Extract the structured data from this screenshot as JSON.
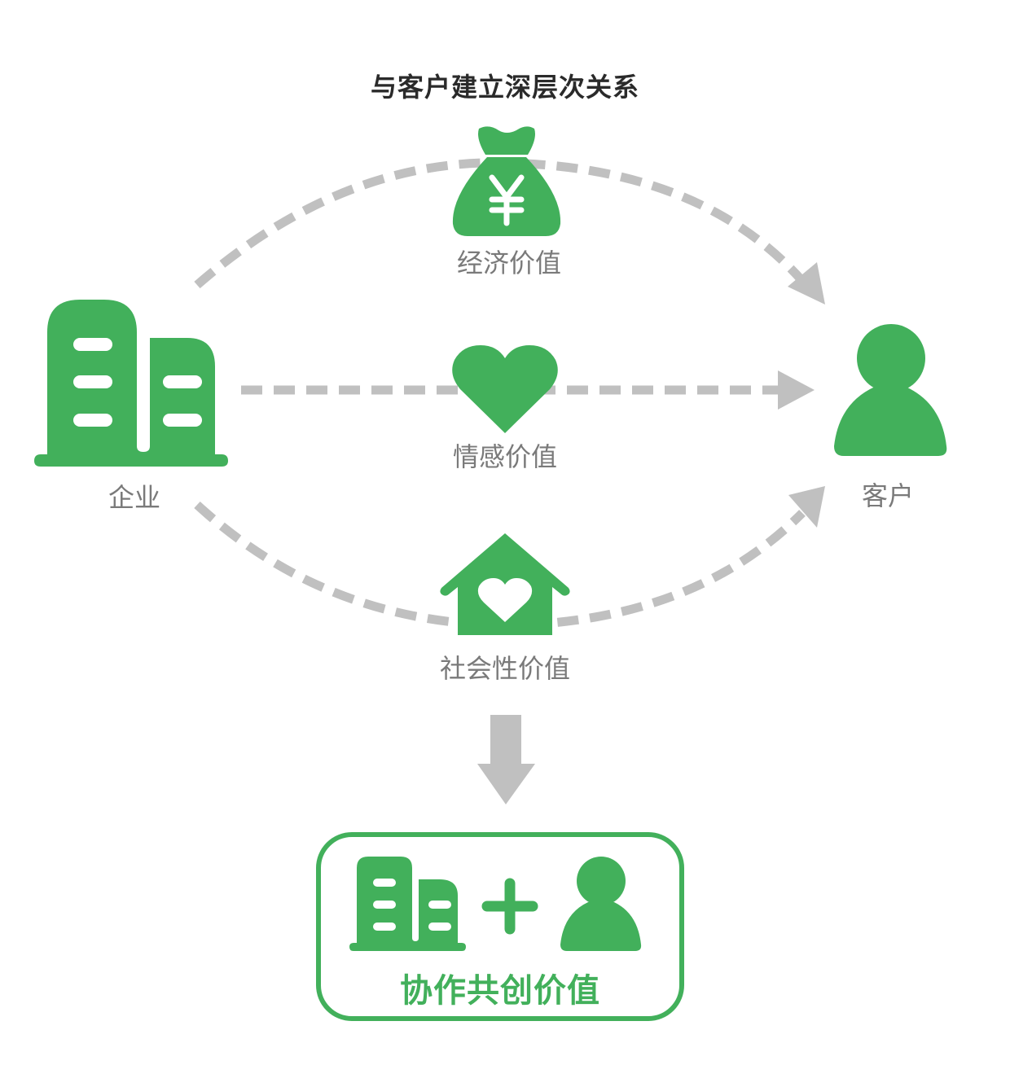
{
  "title": "与客户建立深层次关系",
  "colors": {
    "accent": "#42b05b",
    "connector": "#c0c0c0",
    "label_text": "#7a7a7a",
    "title_text": "#2a2a2a"
  },
  "nodes": {
    "enterprise": {
      "label": "企业",
      "icon": "building-icon"
    },
    "customer": {
      "label": "客户",
      "icon": "user-icon"
    }
  },
  "values": [
    {
      "label": "经济价值",
      "icon": "money-bag-yen-icon"
    },
    {
      "label": "情感价值",
      "icon": "heart-icon"
    },
    {
      "label": "社会性价值",
      "icon": "house-heart-icon"
    }
  ],
  "result": {
    "label": "协作共创价值",
    "icons": [
      "building-icon",
      "plus-icon",
      "user-icon"
    ]
  }
}
